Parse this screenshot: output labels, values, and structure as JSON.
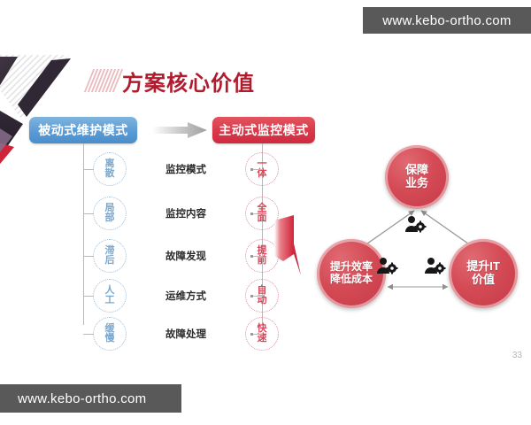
{
  "watermarks": {
    "top": "www.kebo-ortho.com",
    "bottom": "www.kebo-ortho.com"
  },
  "slide": {
    "title": "方案核心价值",
    "page_number": "33",
    "accent_color": "#b01b2e"
  },
  "comparison": {
    "left_badge": "被动式维护模式",
    "right_badge": "主动式监控模式",
    "left_badge_color": "#5b9bd5",
    "right_badge_color": "#d8384a",
    "arrow_icon": "right-arrow-icon",
    "rows": [
      {
        "left": [
          "离",
          "散"
        ],
        "label": "监控模式",
        "right": [
          "一",
          "体"
        ]
      },
      {
        "left": [
          "局",
          "部"
        ],
        "label": "监控内容",
        "right": [
          "全",
          "面"
        ]
      },
      {
        "left": [
          "滞",
          "后"
        ],
        "label": "故障发现",
        "right": [
          "提",
          "前"
        ]
      },
      {
        "left": [
          "人",
          "工"
        ],
        "label": "运维方式",
        "right": [
          "自",
          "动"
        ]
      },
      {
        "left": [
          "缓",
          "慢"
        ],
        "label": "故障处理",
        "right": [
          "快",
          "速"
        ]
      }
    ]
  },
  "value_triangle": {
    "node_color": "#d44a55",
    "nodes": [
      {
        "id": "top",
        "lines": [
          "保障",
          "业务"
        ]
      },
      {
        "id": "left",
        "lines": [
          "提升效率",
          "降低成本"
        ]
      },
      {
        "id": "right",
        "lines": [
          "提升IT",
          "价值"
        ]
      }
    ],
    "icons": [
      "person-gear-icon",
      "person-gear-icon",
      "person-gear-icon"
    ]
  }
}
